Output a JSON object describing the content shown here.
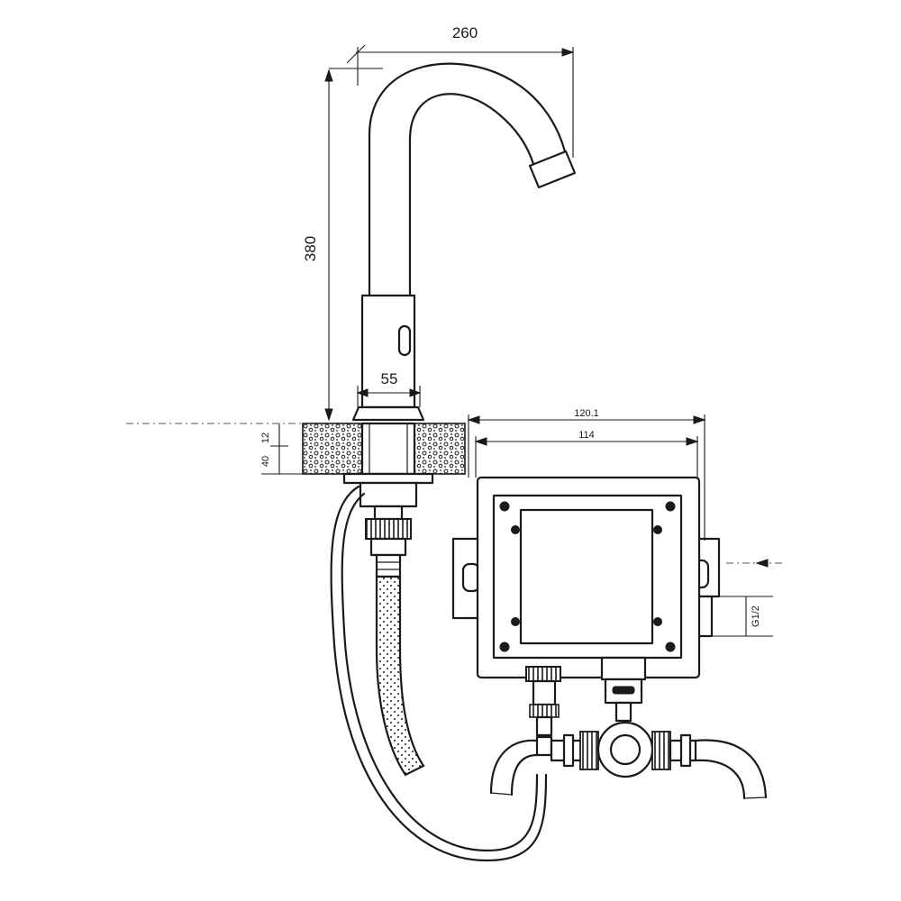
{
  "dimensions": {
    "spout_reach": "260",
    "total_height": "380",
    "body_diameter": "55",
    "box_outer_width": "120.1",
    "box_inner_width": "114",
    "counter_thickness": "12",
    "counter_thickness_2": "40",
    "inlet_thread": "G1/2"
  },
  "colors": {
    "line": "#1a1a1a",
    "background": "#ffffff"
  }
}
